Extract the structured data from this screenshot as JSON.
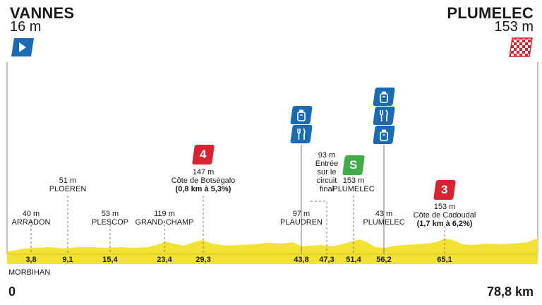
{
  "start": {
    "name": "VANNES",
    "alt": "16 m"
  },
  "finish": {
    "name": "PLUMELEC",
    "alt": "153 m"
  },
  "axis": {
    "start_km": "0",
    "end_km": "78,8 km",
    "region": "MORBIHAN"
  },
  "colors": {
    "profile": "#f3e233",
    "sprint": "#3fae49",
    "climb": "#d9232e",
    "feed": "#1a6bb5",
    "start_flag": "#1a6bb5",
    "finish_flag": "#d9232e"
  },
  "points": [
    {
      "km": "3,8",
      "lines": [
        "40 m",
        "ARRADON"
      ]
    },
    {
      "km": "9,1",
      "lines": [
        "51 m",
        "PLOEREN"
      ]
    },
    {
      "km": "15,4",
      "lines": [
        "53 m",
        "PLESCOP"
      ]
    },
    {
      "km": "23,4",
      "lines": [
        "119 m",
        "GRAND-CHAMP"
      ]
    },
    {
      "km": "29,3",
      "lines": [
        "147 m",
        "Côte de Botségalo",
        "(0,8 km à 5,3%)"
      ],
      "badge": "4",
      "badge_icon": "climb-cat-4"
    },
    {
      "km": "43,8",
      "lines": [
        "97 m",
        "PLAUDREN"
      ],
      "icons": [
        "bidon-icon",
        "fork-knife-icon"
      ]
    },
    {
      "km": "47,3",
      "lines": [
        "93 m",
        "Entrée",
        "sur le",
        "circuit",
        "final"
      ]
    },
    {
      "km": "51,4",
      "lines": [
        "153 m",
        "PLUMELEC"
      ],
      "badge": "S",
      "badge_icon": "sprint"
    },
    {
      "km": "56,2",
      "lines": [
        "43 m",
        "PLUMELEC"
      ],
      "icons": [
        "bidon-icon",
        "fork-knife-icon",
        "bidon-icon"
      ]
    },
    {
      "km": "65,1",
      "lines": [
        "153 m",
        "Côte de Cadoudal",
        "(1,7 km à 6,2%)"
      ],
      "badge": "3",
      "badge_icon": "climb-cat-3"
    }
  ]
}
